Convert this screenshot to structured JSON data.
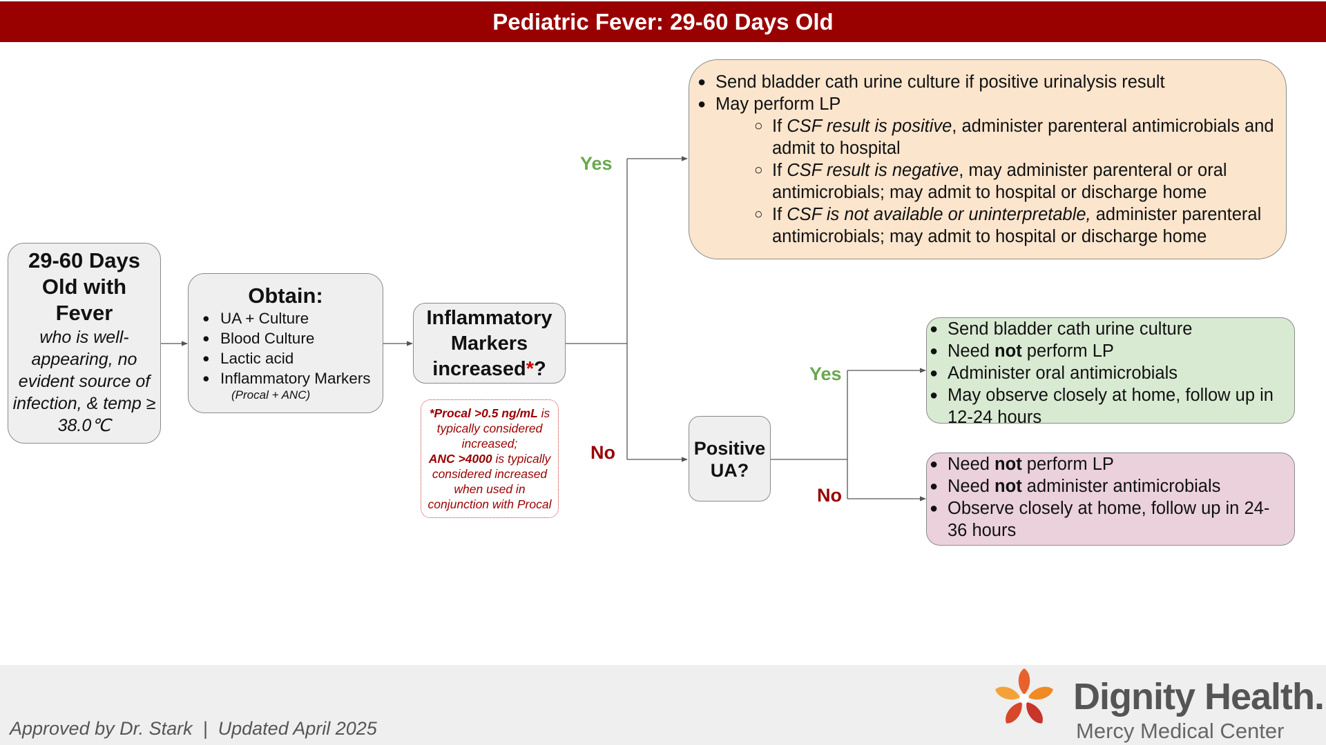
{
  "title": "Pediatric Fever: 29-60 Days Old",
  "start": {
    "heading": "29-60 Days Old with Fever",
    "description": "who is well-appearing, no evident source of infection, & temp ≥ 38.0℃"
  },
  "obtain": {
    "heading": "Obtain:",
    "items": [
      "UA + Culture",
      "Blood Culture",
      "Lactic acid",
      "Inflammatory Markers"
    ],
    "subnote": "(Procal + ANC)"
  },
  "markers_question": {
    "line1": "Inflammatory",
    "line2": "Markers",
    "line3": "increased",
    "asterisk": "*",
    "qmark": "?"
  },
  "markers_note": {
    "procal_bold": "*Procal >0.5 ng/mL",
    "procal_rest": " is typically considered increased;",
    "anc_bold": "ANC >4000",
    "anc_rest": " is typically considered increased when used in conjunction with Procal"
  },
  "labels": {
    "yes": "Yes",
    "no": "No"
  },
  "markers_yes": {
    "item1": "Send bladder cath urine culture if positive urinalysis result",
    "item2": "May perform LP",
    "sub1_pre": "If ",
    "sub1_em": "CSF result is positive",
    "sub1_post": ", administer parenteral antimicrobials and admit to hospital",
    "sub2_pre": "If ",
    "sub2_em": "CSF result is negative",
    "sub2_post": ", may administer parenteral or oral antimicrobials; may admit to hospital or discharge home",
    "sub3_pre": "If ",
    "sub3_em": "CSF is not available or uninterpretable,",
    "sub3_post": " administer parenteral antimicrobials; may admit to hospital or discharge home"
  },
  "ua_question": {
    "line1": "Positive",
    "line2": "UA?"
  },
  "ua_yes": {
    "item1": "Send bladder cath urine culture",
    "item2_pre": "Need ",
    "item2_bold": "not",
    "item2_post": " perform LP",
    "item3": "Administer oral antimicrobials",
    "item4": "May observe closely at home, follow up in 12-24 hours"
  },
  "ua_no": {
    "item1_pre": "Need ",
    "item1_bold": "not",
    "item1_post": " perform LP",
    "item2_pre": "Need ",
    "item2_bold": "not",
    "item2_post": " administer antimicrobials",
    "item3": "Observe closely at home, follow up in 24-36 hours"
  },
  "footer": {
    "approval": "Approved by Dr. Stark  |  Updated April 2025",
    "logo_name": "Dignity Health.",
    "logo_sub": "Mercy Medical Center"
  },
  "colors": {
    "header": "#990000",
    "yes": "#6aa84f",
    "no": "#990000",
    "orange_box": "#fce5cd",
    "green_box": "#d9ead3",
    "pink_box": "#ead1dc",
    "gray_box": "#efefef"
  }
}
